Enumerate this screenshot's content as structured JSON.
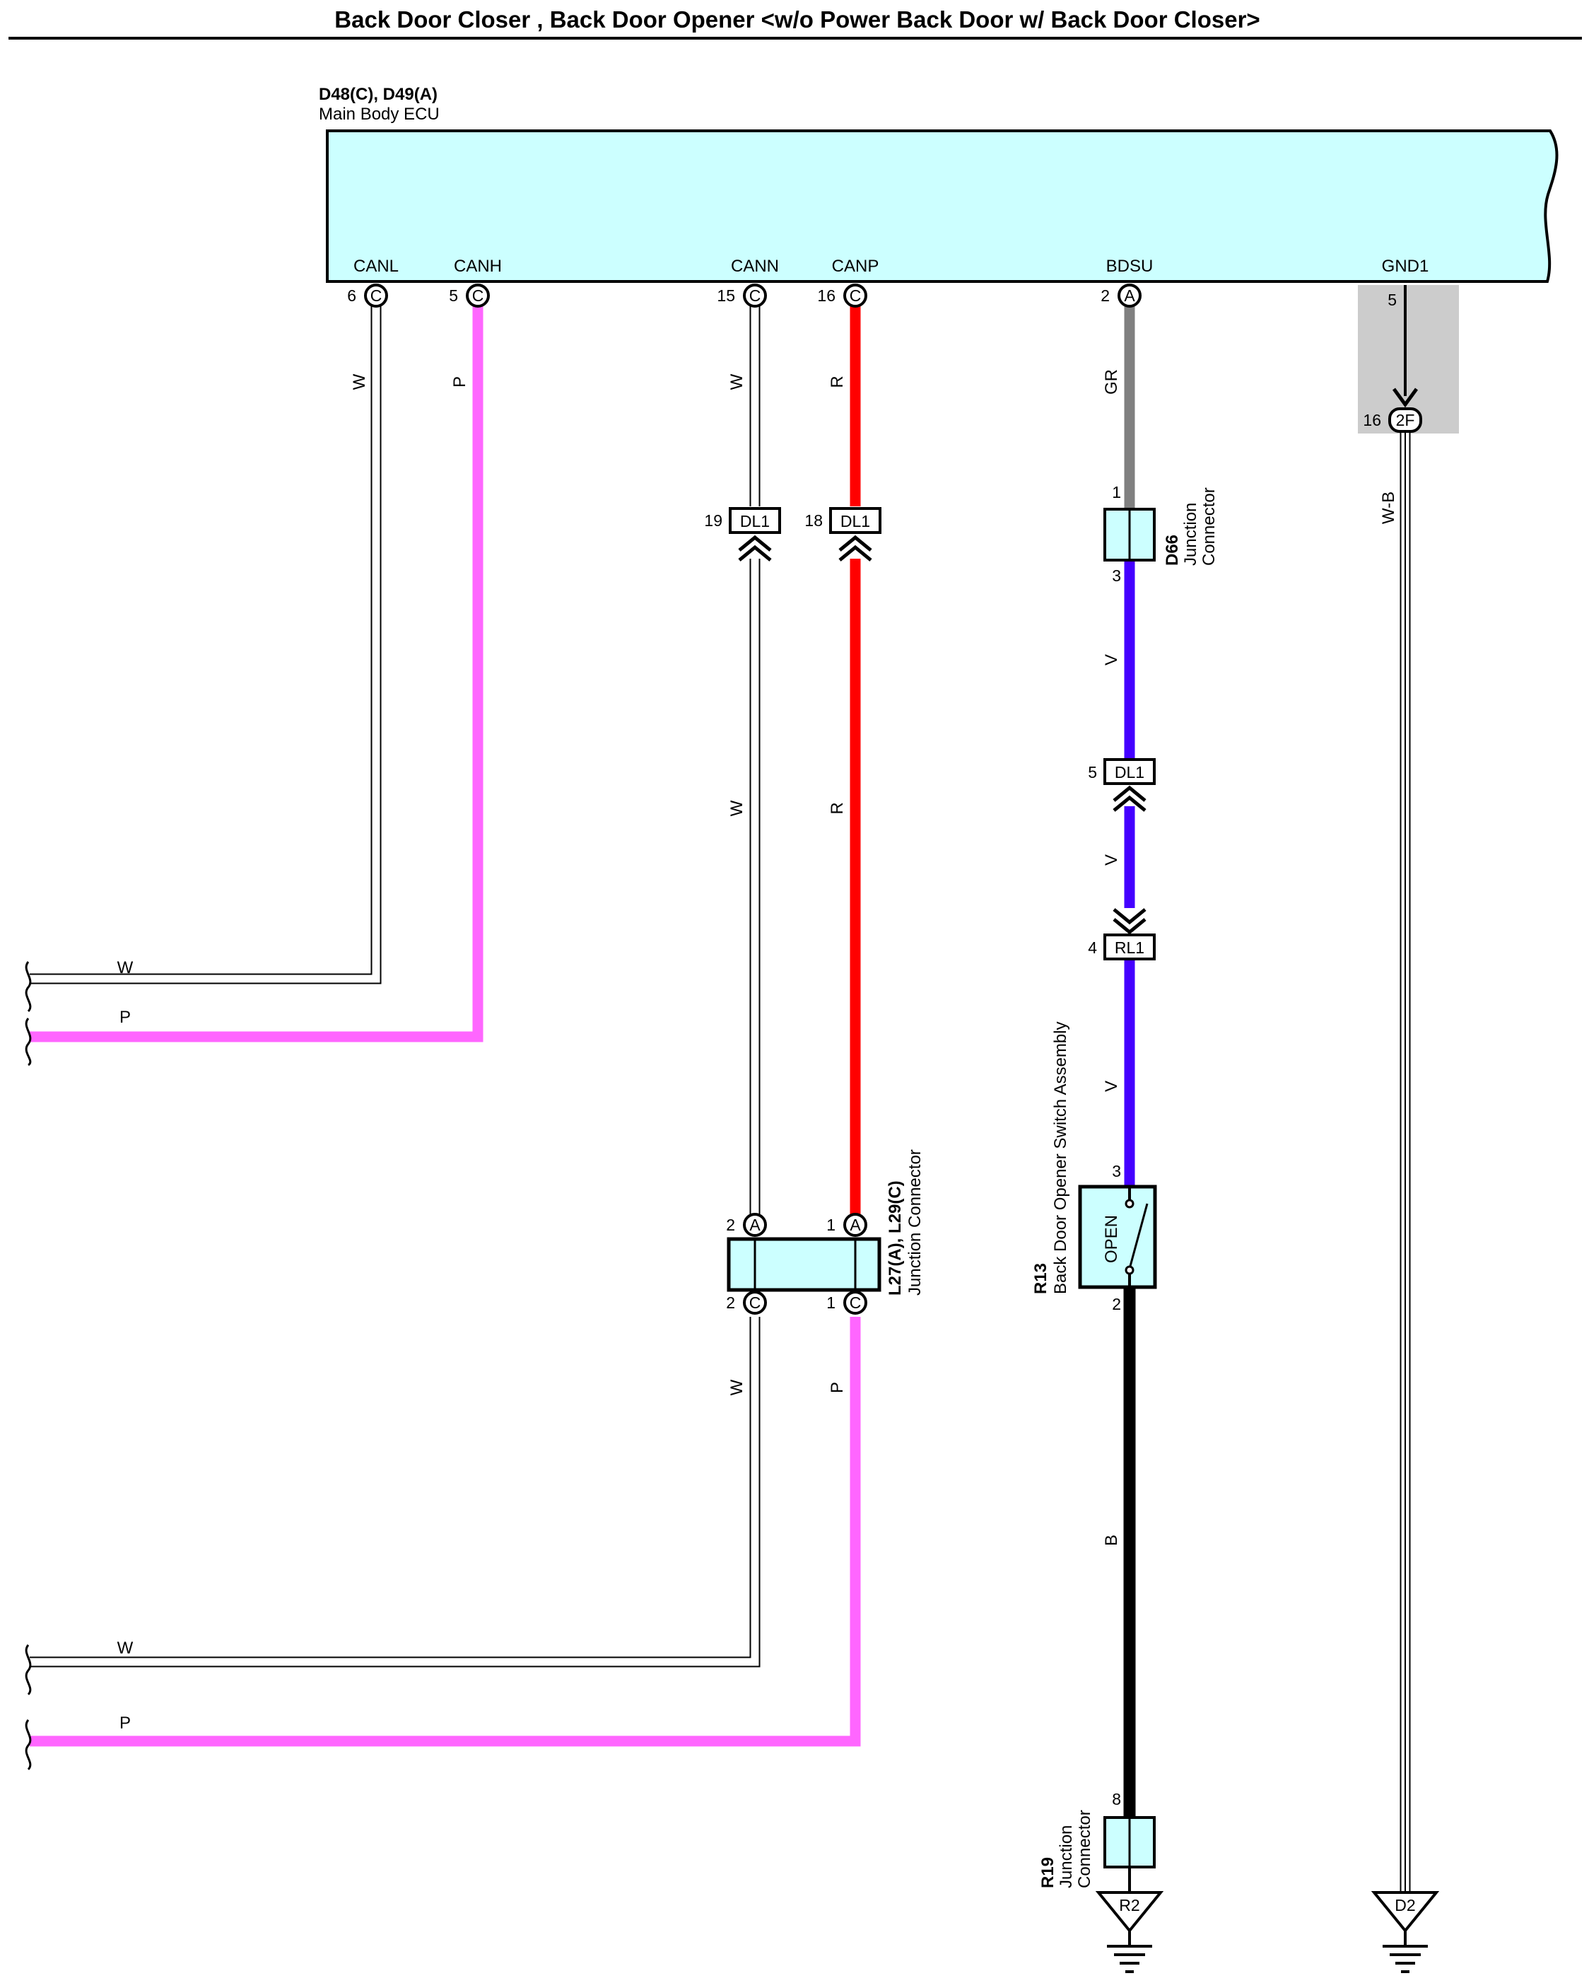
{
  "title": "Back Door Closer , Back Door Opener <w/o Power Back Door w/ Back Door Closer>",
  "colors": {
    "component_fill": "#ccffff",
    "wire_white": "#ffffff",
    "wire_pink": "#ff66ff",
    "wire_red": "#ff0000",
    "wire_gray": "#808080",
    "wire_violet": "#4400ff",
    "wire_black": "#000000",
    "ground_shade": "#cccccc"
  },
  "ecu": {
    "code": "D48(C), D49(A)",
    "name": "Main Body ECU",
    "terminals": [
      {
        "name": "CANL",
        "pin": "6",
        "conn": "C"
      },
      {
        "name": "CANH",
        "pin": "5",
        "conn": "C"
      },
      {
        "name": "CANN",
        "pin": "15",
        "conn": "C"
      },
      {
        "name": "CANP",
        "pin": "16",
        "conn": "C"
      },
      {
        "name": "BDSU",
        "pin": "2",
        "conn": "A"
      },
      {
        "name": "GND1",
        "pin": "5",
        "conn": ""
      }
    ]
  },
  "wires": {
    "canl": "W",
    "canh": "P",
    "cann_top": "W",
    "cann_mid": "W",
    "canp_top": "R",
    "canp_mid": "R",
    "bdsu_top": "GR",
    "bdsu_d66": "V",
    "bdsu_dl1": "V",
    "bdsu_rl1": "V",
    "switch_out": "B",
    "gnd": "W-B",
    "left_w_upper": "W",
    "left_p_upper": "P",
    "l27_w": "W",
    "l27_p": "P",
    "left_w_lower": "W",
    "left_p_lower": "P"
  },
  "inline_connectors": {
    "dl1_cann": {
      "pin": "19",
      "label": "DL1"
    },
    "dl1_canp": {
      "pin": "18",
      "label": "DL1"
    },
    "dl1_bdsu": {
      "pin": "5",
      "label": "DL1"
    },
    "rl1_bdsu": {
      "pin": "4",
      "label": "RL1"
    },
    "gnd_2f": {
      "pin": "16",
      "label": "2F"
    }
  },
  "d66": {
    "code": "D66",
    "name_line1": "Junction",
    "name_line2": "Connector",
    "pin_in": "1",
    "pin_out": "3"
  },
  "l27": {
    "code": "L27(A), L29(C)",
    "name": "Junction Connector",
    "top_left": {
      "pin": "2",
      "conn": "A"
    },
    "top_right": {
      "pin": "1",
      "conn": "A"
    },
    "bottom_left": {
      "pin": "2",
      "conn": "C"
    },
    "bottom_right": {
      "pin": "1",
      "conn": "C"
    }
  },
  "r13": {
    "code": "R13",
    "name": "Back Door Opener Switch Assembly",
    "switch_label": "OPEN",
    "pin_in": "3",
    "pin_out": "2"
  },
  "r19": {
    "code": "R19",
    "name_line1": "Junction",
    "name_line2": "Connector",
    "pin": "8"
  },
  "grounds": {
    "r2": "R2",
    "d2": "D2"
  }
}
